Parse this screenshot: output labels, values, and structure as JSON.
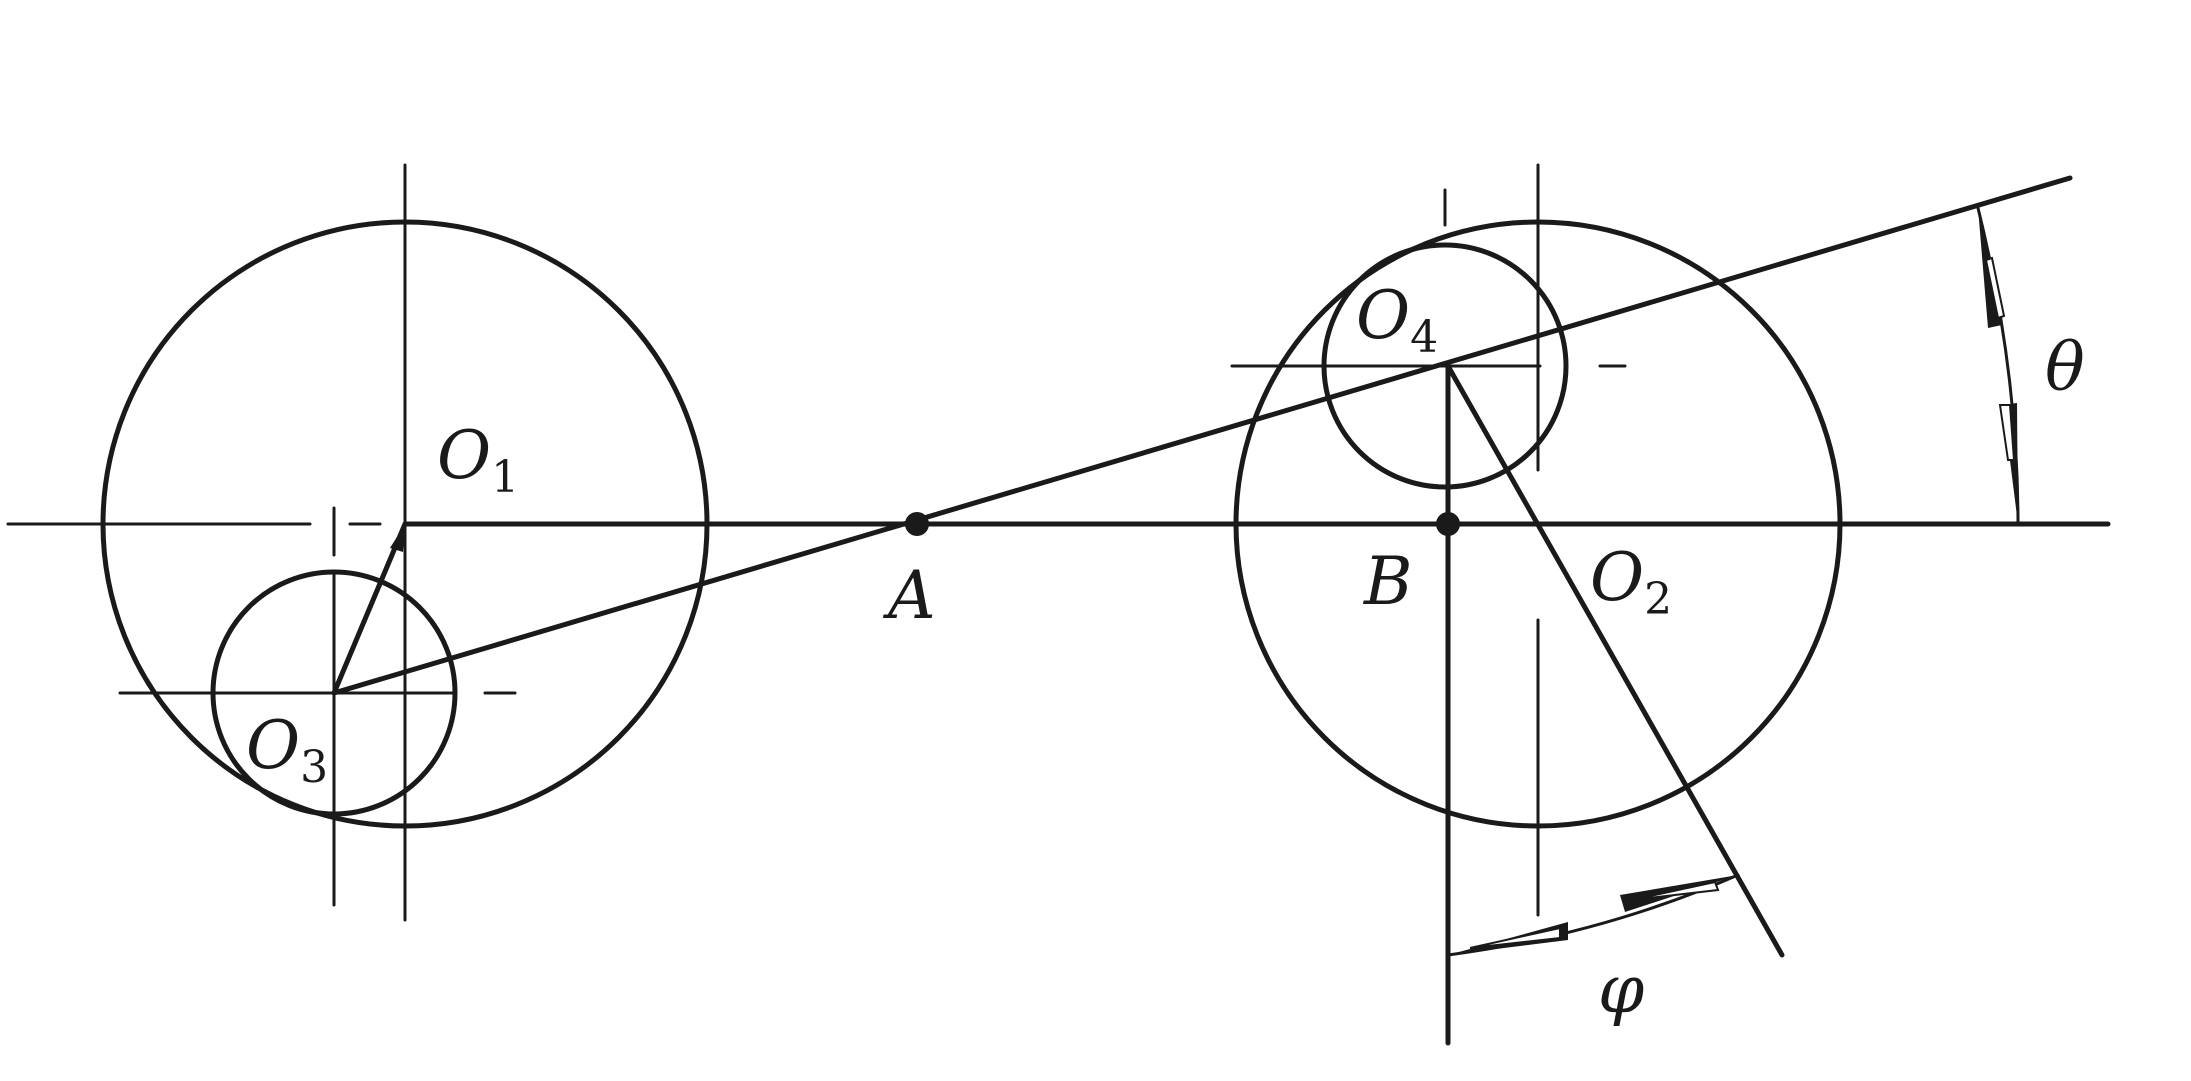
{
  "labels": {
    "O1": {
      "letter": "O",
      "sub": "1"
    },
    "O2": {
      "letter": "O",
      "sub": "2"
    },
    "O3": {
      "letter": "O",
      "sub": "3"
    },
    "O4": {
      "letter": "O",
      "sub": "4"
    },
    "A": "A",
    "B": "B",
    "theta": "θ",
    "phi": "φ"
  },
  "colors": {
    "ink": "#1a1a1a",
    "background": "#ffffff"
  }
}
